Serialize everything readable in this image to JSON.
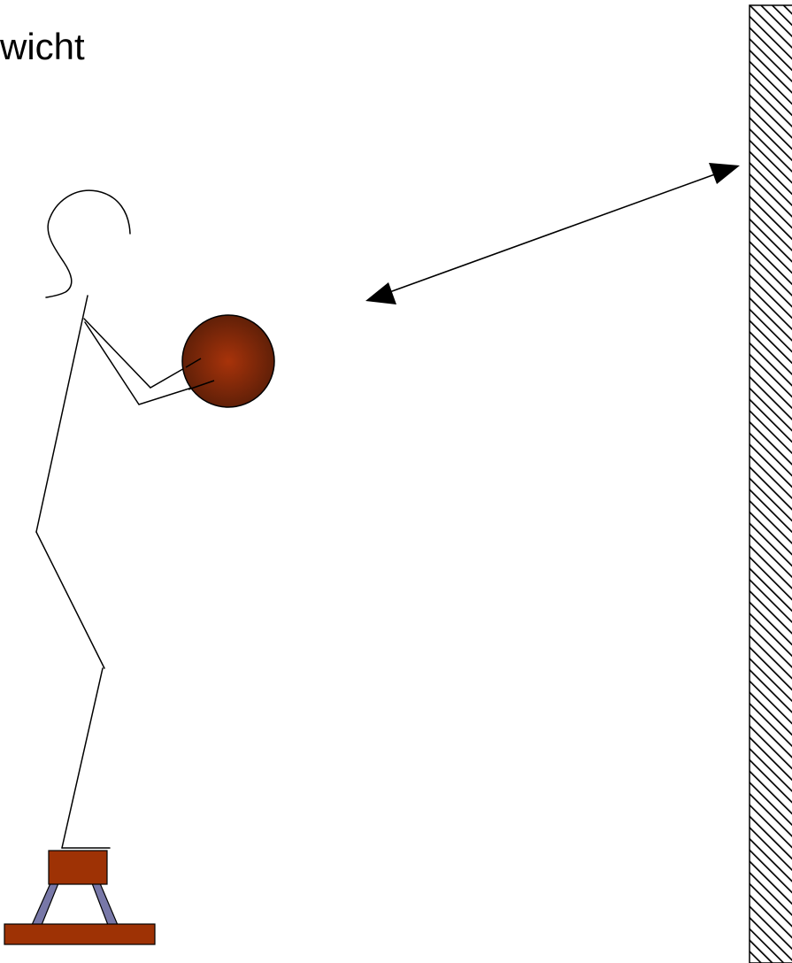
{
  "title_fragment": "wicht",
  "colors": {
    "ball_dark": "#5a1e08",
    "ball_light": "#a8330a",
    "platform": "#9e3205",
    "platform_legs": "#7878a8",
    "wall_hatch": "#000000",
    "figure_line": "#000000"
  },
  "icons": {
    "figure": "stick-figure",
    "ball": "ball",
    "wall": "hatched-wall",
    "arrow": "double-headed-arrow",
    "platform": "stool-platform"
  }
}
